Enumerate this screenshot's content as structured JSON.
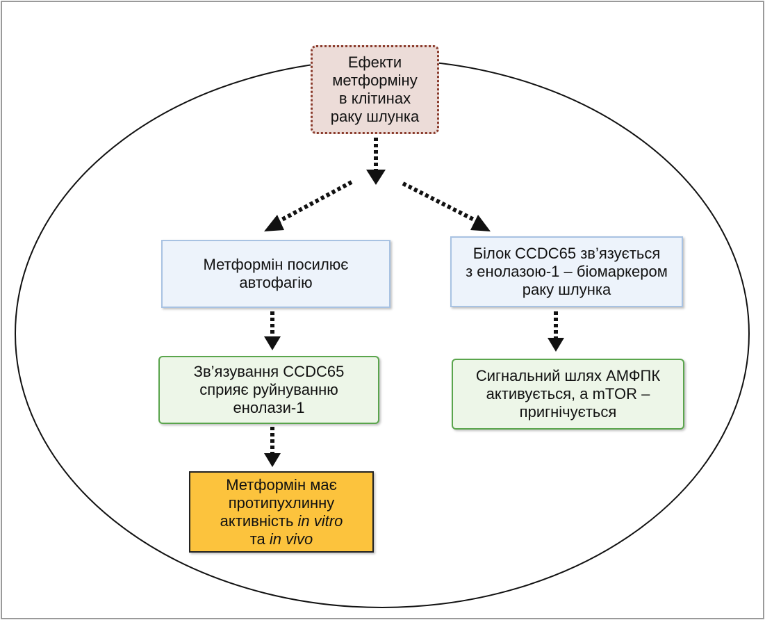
{
  "diagram": {
    "top_node": {
      "text": "Ефекти\nметформіну\nв клітинах\nраку шлунка"
    },
    "left_branch": {
      "step1": {
        "text": "Метформін посилює\nавтофагію"
      },
      "step2": {
        "text": "Зв’язування CCDC65\nсприяє руйнуванню\nенолази-1"
      },
      "step3": {
        "line1": "Метформін має",
        "line2": "протипухлинну",
        "line3_a": "активність ",
        "line3_b": "in vitro",
        "line4_a": "та ",
        "line4_b": "in vivo"
      }
    },
    "right_branch": {
      "step1": {
        "text": "Білок CCDC65 зв’язується\nз енолазою-1 – біомаркером\nраку шлунка"
      },
      "step2": {
        "text": "Сигнальний шлях АМФПК\nактивується, а mTOR –\nпригнічується"
      }
    }
  },
  "colors": {
    "top_fill": "#ecdcd8",
    "top_border": "#8a3b2c",
    "blue_fill": "#edf3fb",
    "blue_border": "#a8c2e2",
    "green_fill": "#edf6e8",
    "green_border": "#5aa54c",
    "yellow_fill": "#fcc33d",
    "arrow": "#111111"
  }
}
